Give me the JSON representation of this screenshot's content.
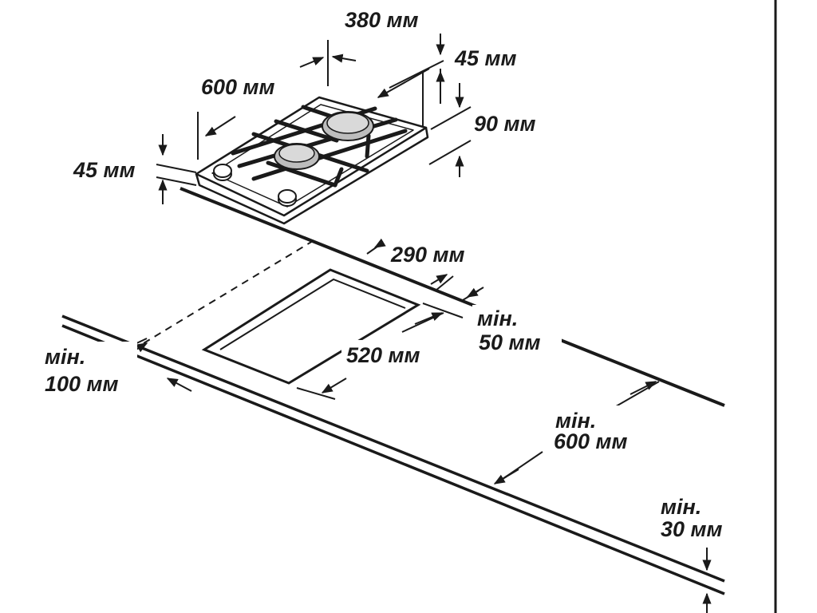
{
  "labels": {
    "width_380": "380 мм",
    "depth_45_top": "45 мм",
    "length_600": "600 мм",
    "depth_90": "90 мм",
    "height_45_left": "45 мм",
    "cutout_290": "290 мм",
    "min_50_line1": "мін.",
    "min_50_line2": "50 мм",
    "cutout_520": "520 мм",
    "min_100_line1": "мін.",
    "min_100_line2": "100 мм",
    "min_600_line1": "мін.",
    "min_600_line2": "600 мм",
    "min_30_line1": "мін.",
    "min_30_line2": "30 мм"
  },
  "colors": {
    "ink": "#1a1a1a",
    "burner": "#bdbdbd",
    "hob_fill": "#ffffff"
  }
}
